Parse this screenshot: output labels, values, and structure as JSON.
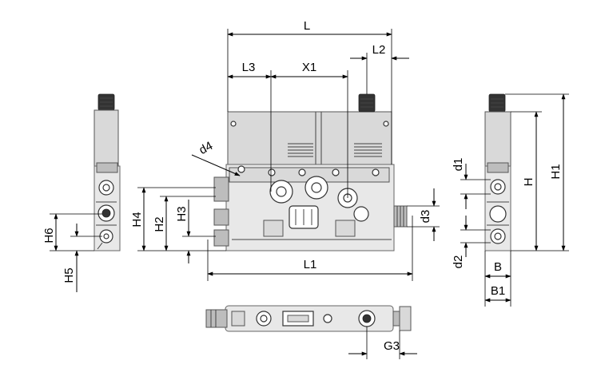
{
  "dimensions": {
    "L": "L",
    "L2": "L2",
    "L3": "L3",
    "X1": "X1",
    "d4": "d4",
    "H": "H",
    "H1": "H1",
    "H2": "H2",
    "H3": "H3",
    "H4": "H4",
    "H5": "H5",
    "H6": "H6",
    "L1": "L1",
    "d1": "d1",
    "d2": "d2",
    "d3": "d3",
    "B": "B",
    "B1": "B1",
    "G3": "G3"
  },
  "colors": {
    "body": "#d9d9d9",
    "line": "#000000"
  }
}
